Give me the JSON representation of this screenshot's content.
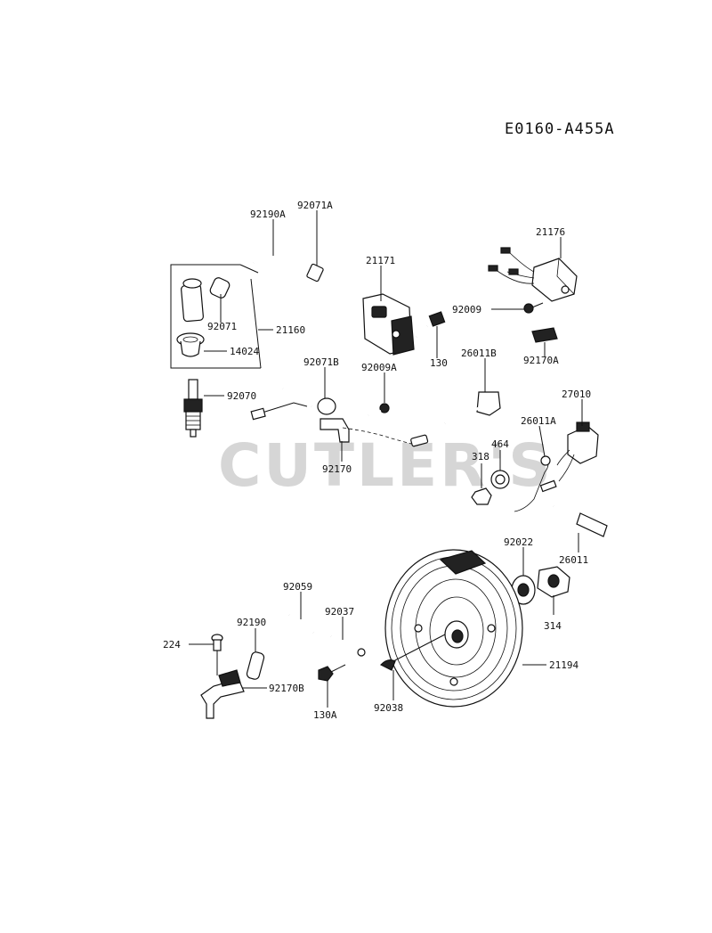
{
  "diagram_code": "E0160-A455A",
  "watermark": "CUTLER'S",
  "parts": {
    "p92190A": "92190A",
    "p92071A": "92071A",
    "p21171": "21171",
    "p21176": "21176",
    "p92071": "92071",
    "p21160": "21160",
    "p14024": "14024",
    "p92009": "92009",
    "p130": "130",
    "p92071B": "92071B",
    "p92009A": "92009A",
    "p26011B": "26011B",
    "p92170A": "92170A",
    "p27010": "27010",
    "p92070": "92070",
    "p26011A": "26011A",
    "p464": "464",
    "p318": "318",
    "p92170": "92170",
    "p26011": "26011",
    "p92022": "92022",
    "p314": "314",
    "p92059": "92059",
    "p92037": "92037",
    "p92190": "92190",
    "p224": "224",
    "p92170B": "92170B",
    "p21194": "21194",
    "p130A": "130A",
    "p92038": "92038"
  }
}
